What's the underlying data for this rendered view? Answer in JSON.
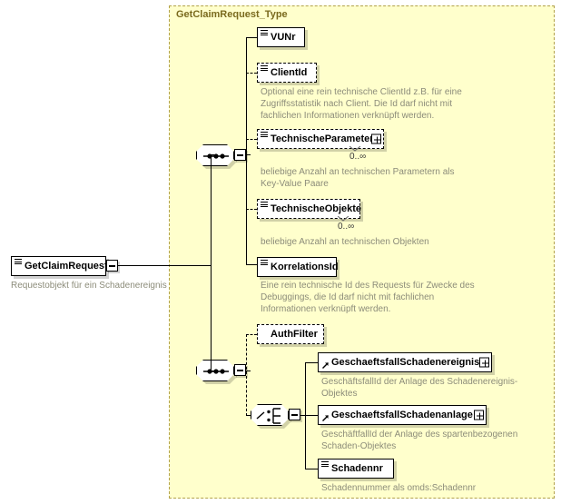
{
  "diagram": {
    "kind": "xsd-schema-tree",
    "root": {
      "name": "GetClaimRequest",
      "annotation": "Requestobjekt für ein Schadenereignis",
      "expander": "minus"
    },
    "type_group": {
      "title": "GetClaimRequest_Type",
      "border": "dashed",
      "fill": "#ffffcc",
      "title_color": "#7a6a1e"
    },
    "compositors": [
      {
        "id": "seq1",
        "kind": "sequence",
        "expander": "minus"
      },
      {
        "id": "seq2",
        "kind": "sequence",
        "expander": "minus"
      },
      {
        "id": "choice1",
        "kind": "choice",
        "expander": "minus"
      }
    ],
    "nodes": [
      {
        "id": "vunr",
        "label": "VUNr",
        "occurrence": "required",
        "icon": "element-lines-icon",
        "expander": null,
        "cardinality": null,
        "annotation": null
      },
      {
        "id": "clientid",
        "label": "ClientId",
        "occurrence": "optional",
        "icon": "element-lines-icon",
        "expander": null,
        "cardinality": null,
        "annotation": "Optional eine rein technische ClientId z.B. für eine\nZugriffsstatistik nach Client. Die Id darf nicht mit\nfachlichen Informationen verknüpft werden."
      },
      {
        "id": "technischeparameter",
        "label": "TechnischeParameter",
        "occurrence": "optional",
        "icon": "element-lines-icon",
        "expander": "plus",
        "cardinality": "0..∞",
        "annotation": "beliebige Anzahl an technischen Parametern als\nKey-Value Paare"
      },
      {
        "id": "technischeobjekte",
        "label": "TechnischeObjekte",
        "occurrence": "optional",
        "icon": "element-lines-icon",
        "expander": null,
        "cardinality": "0..∞",
        "annotation": "beliebige Anzahl an technischen Objekten"
      },
      {
        "id": "korrelationsid",
        "label": "KorrelationsId",
        "occurrence": "required",
        "icon": "element-lines-icon",
        "expander": null,
        "cardinality": null,
        "annotation": "Eine rein technische Id des Requests für Zwecke des\nDebuggings, die Id darf nicht mit fachlichen\nInformationen verknüpft werden."
      },
      {
        "id": "authfilter",
        "label": "AuthFilter",
        "occurrence": "optional",
        "icon": null,
        "expander": null,
        "cardinality": null,
        "annotation": null
      },
      {
        "id": "geschaeftsfallschadenereignis",
        "label": "GeschaeftsfallSchadenereignis",
        "occurrence": "required",
        "icon": "reference-arrow-icon",
        "expander": "plus",
        "cardinality": null,
        "annotation": "GeschäftsfallId der Anlage des Schadenereignis-Objektes"
      },
      {
        "id": "geschaeftsfallschadenanlage",
        "label": "GeschaeftsfallSchadenanlage",
        "occurrence": "required",
        "icon": "reference-arrow-icon",
        "expander": "plus",
        "cardinality": null,
        "annotation": "GeschäftfallId der Anlage des spartenbezogenen\nSchaden-Objektes"
      },
      {
        "id": "schadennr",
        "label": "Schadennr",
        "occurrence": "required",
        "icon": "element-lines-icon",
        "expander": null,
        "cardinality": null,
        "annotation": "Schadennummer als omds:Schadennr"
      }
    ],
    "colors": {
      "group_fill": "#ffffcc",
      "group_border": "#b3a24a",
      "node_fill": "#ffffff",
      "node_border": "#000000",
      "annotation_text": "#8c8c7a",
      "title_text": "#7a6a1e"
    }
  }
}
